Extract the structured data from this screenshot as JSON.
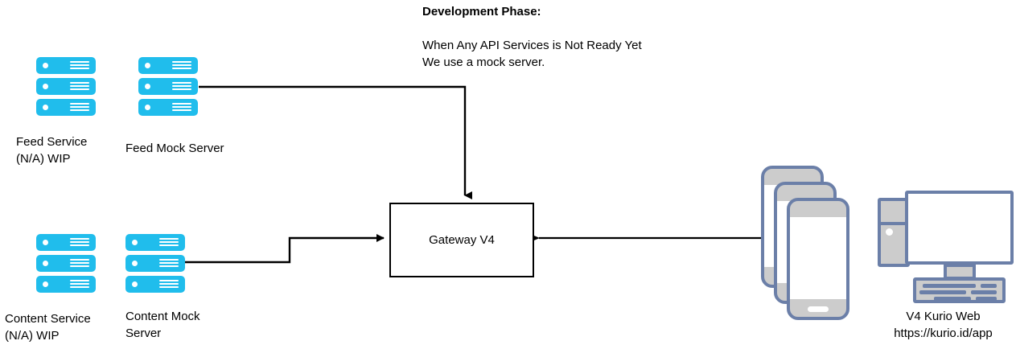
{
  "diagram": {
    "title_note": "Development Phase:",
    "body_note": "When Any API Services is Not Ready Yet\nWe use a mock server.",
    "gateway": {
      "label": "Gateway V4"
    },
    "nodes": [
      {
        "id": "feed-service",
        "caption": "Feed Service\n(N/A) WIP",
        "type": "server"
      },
      {
        "id": "feed-mock",
        "caption": "Feed Mock Server",
        "type": "server"
      },
      {
        "id": "content-service",
        "caption": "Content Service\n(N/A) WIP",
        "type": "server"
      },
      {
        "id": "content-mock",
        "caption": "Content Mock\nServer",
        "type": "server"
      },
      {
        "id": "mobile-apps",
        "caption": "",
        "type": "phones"
      },
      {
        "id": "kurio-web",
        "caption": "V4 Kurio Web\nhttps://kurio.id/app",
        "type": "computer"
      }
    ],
    "colors": {
      "server_blue": "#20BDEC",
      "device_outline": "#6B7FA8",
      "device_body": "#CCCCCC",
      "line": "#000000",
      "background": "#FFFFFF"
    }
  }
}
